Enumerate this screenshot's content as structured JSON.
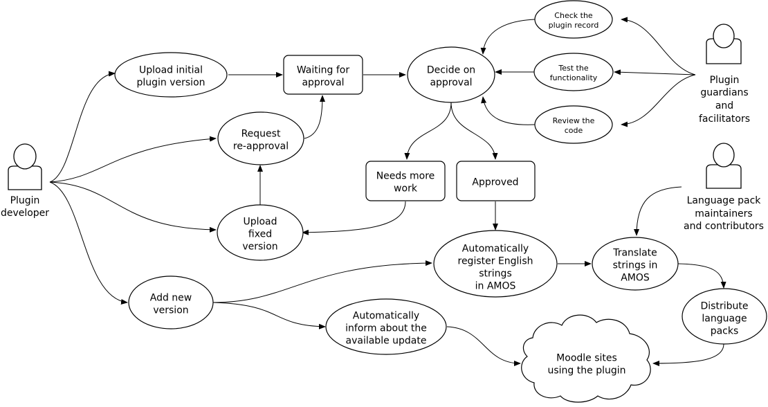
{
  "diagram": {
    "actors": {
      "developer": "Plugin\ndeveloper",
      "guardians": "Plugin\nguardians\nand\nfacilitators",
      "translators": "Language pack\nmaintainers\nand contributors"
    },
    "nodes": {
      "upload_initial": "Upload initial\nplugin version",
      "waiting": "Waiting for\napproval",
      "decide": "Decide on\napproval",
      "check_record": "Check the\nplugin record",
      "test_func": "Test the\nfunctionality",
      "review_code": "Review the\ncode",
      "request_reapproval": "Request\nre-approval",
      "needs_more_work": "Needs more\nwork",
      "approved": "Approved",
      "upload_fixed": "Upload\nfixed\nversion",
      "auto_register": "Automatically\nregister English\nstrings\nin AMOS",
      "translate": "Translate\nstrings in\nAMOS",
      "distribute": "Distribute\nlanguage\npacks",
      "add_version": "Add new\nversion",
      "auto_inform": "Automatically\ninform about the\navailable update",
      "moodle_sites": "Moodle sites\nusing the plugin"
    }
  }
}
